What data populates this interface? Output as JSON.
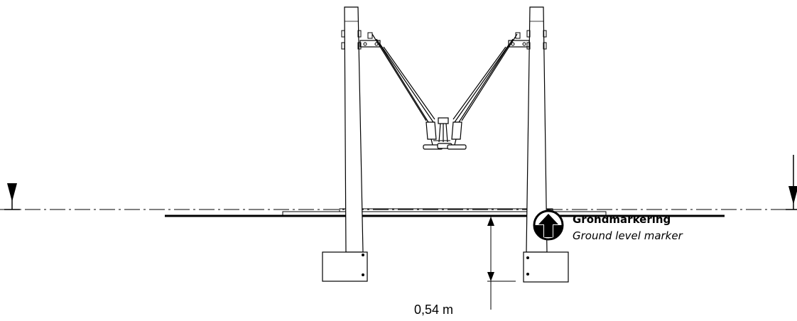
{
  "marker": {
    "label_nl": "Grondmarkering",
    "label_en": "Ground level marker"
  },
  "dimension": {
    "value": "0,54 m"
  }
}
